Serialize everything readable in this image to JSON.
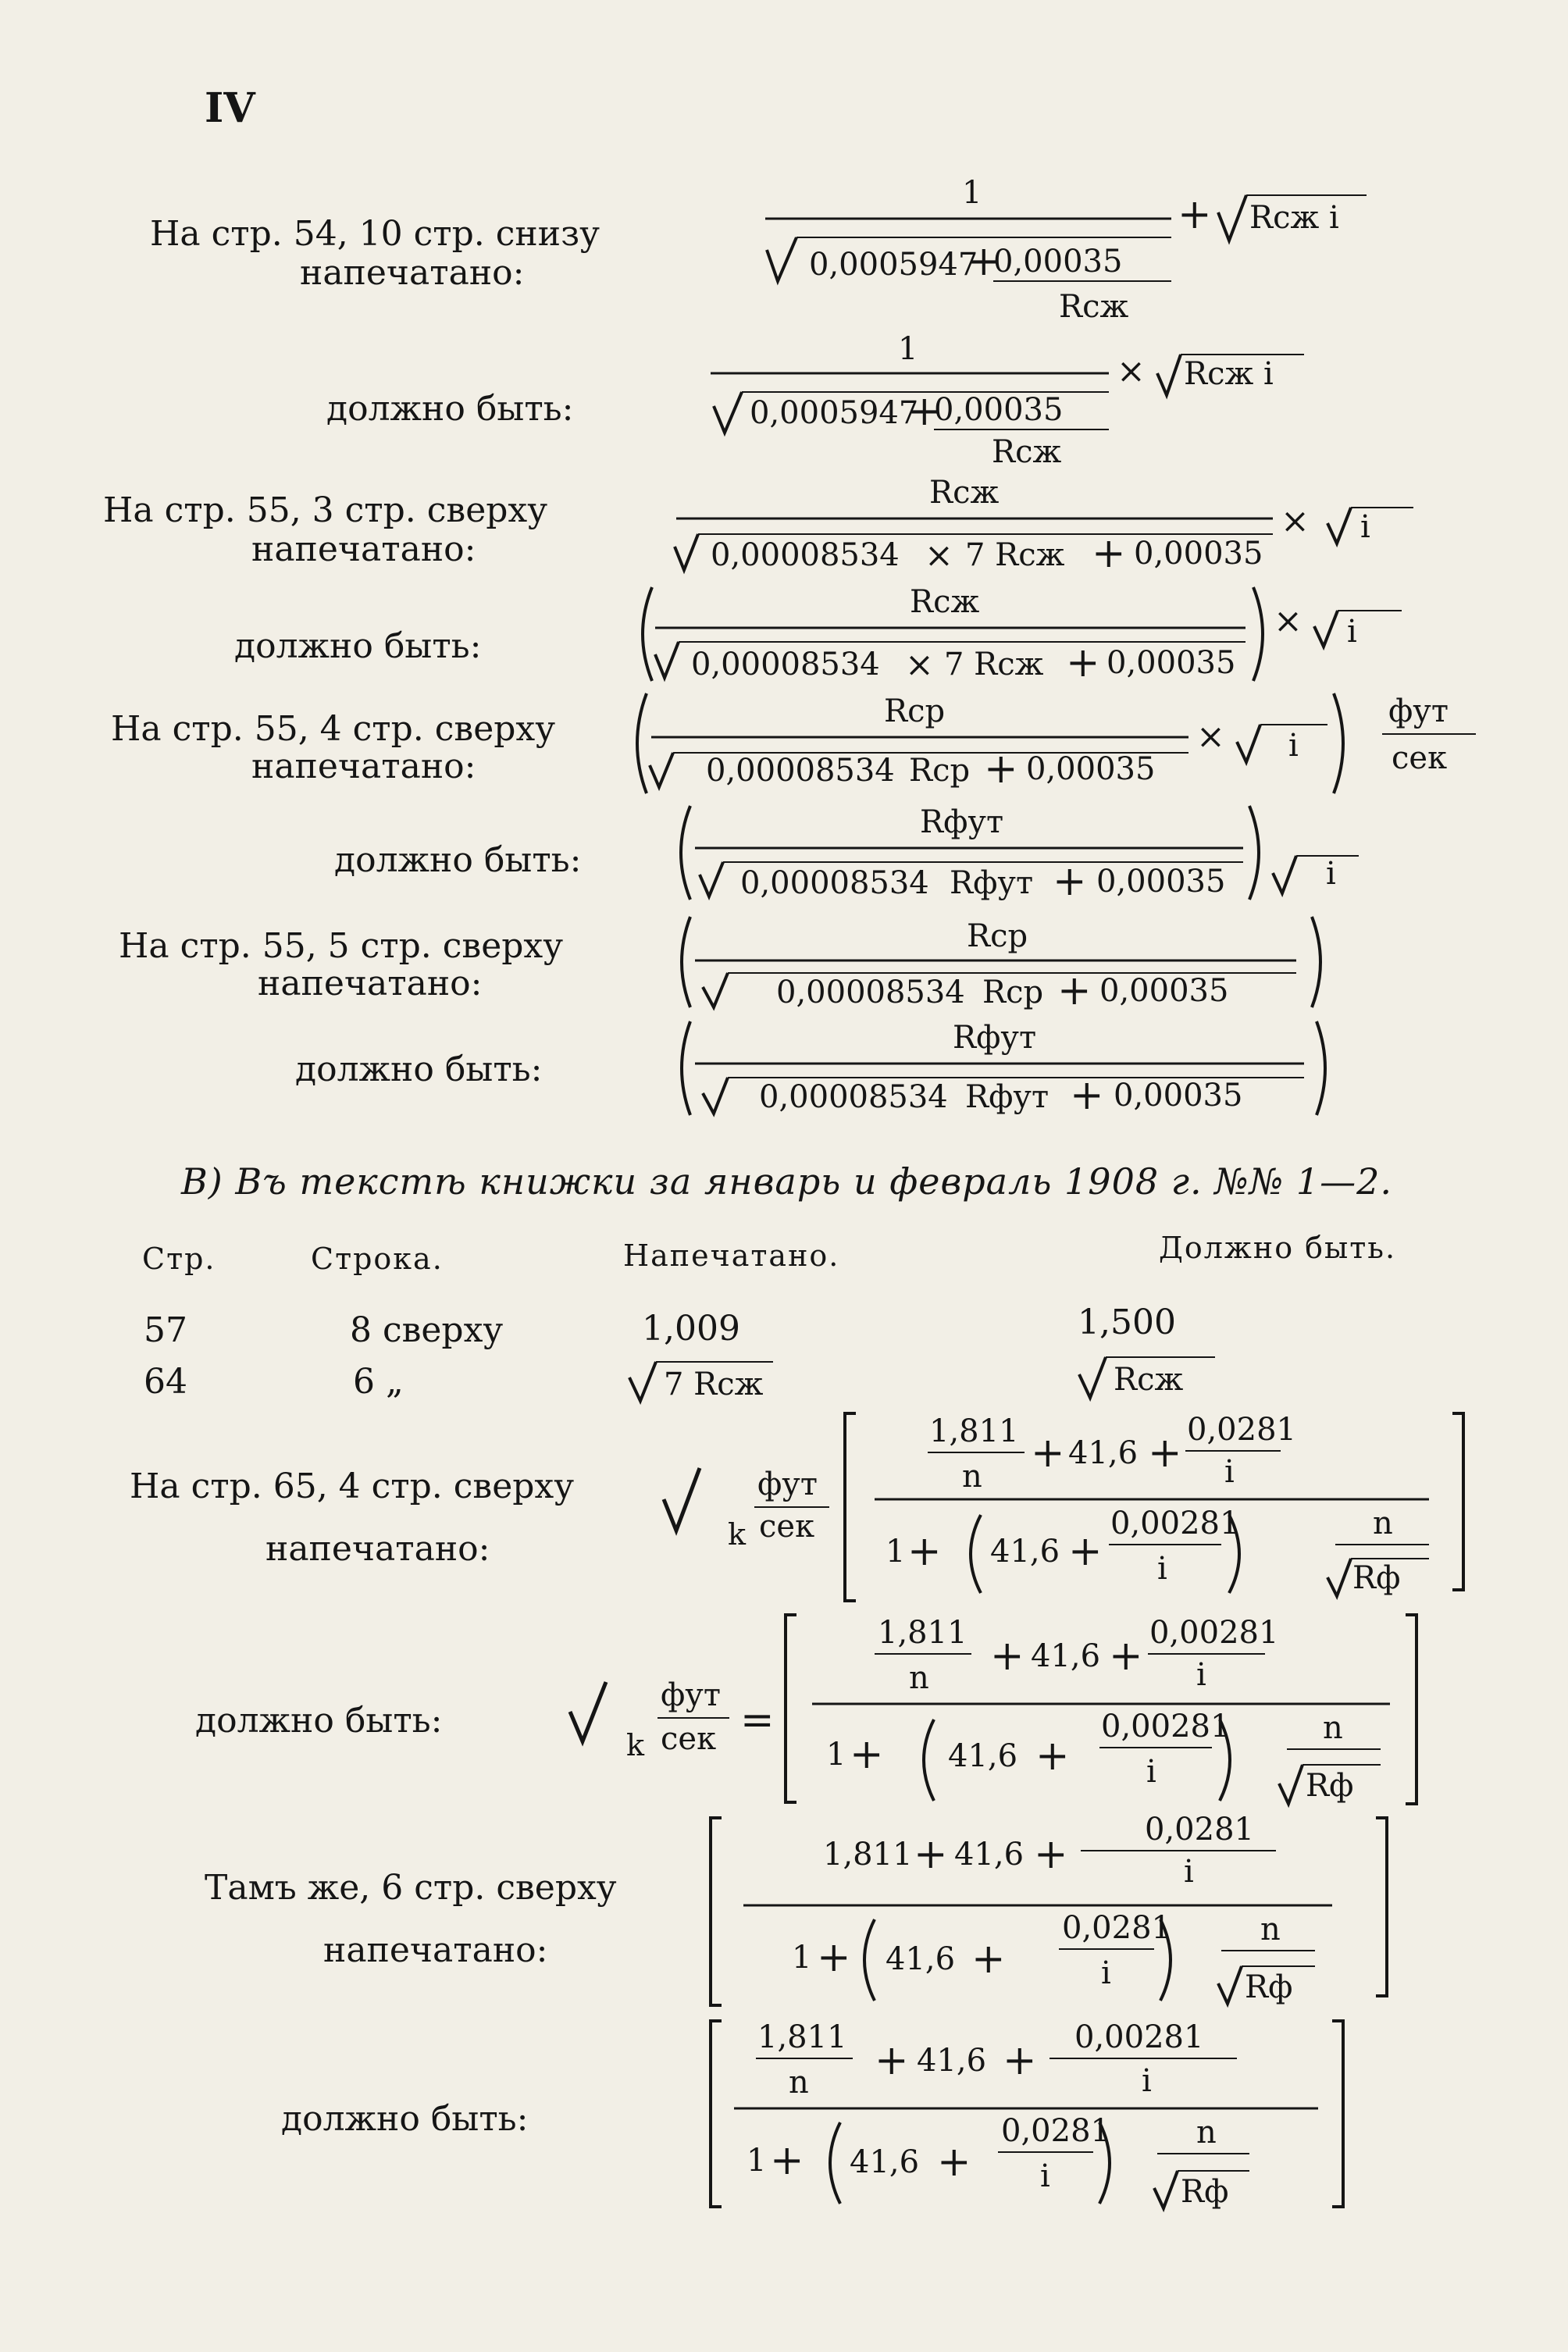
{
  "page_number": "IV",
  "section_heading": "B) Въ текстѣ книжки за январь и февраль 1908 г. №№ 1—2.",
  "labels": {
    "p54_line1": "На стр. 54, 10 стр. снизу",
    "printed": "напечатано:",
    "must_be": "должно быть:",
    "p55_3": "На стр. 55, 3 стр. сверху",
    "p55_4": "На стр. 55, 4 стр. сверху",
    "p55_5": "На стр. 55, 5 стр. сверху",
    "p65_4": "На стр. 65, 4 стр. сверху",
    "same_6": "Тамъ же, 6 стр. сверху"
  },
  "table": {
    "headers": {
      "page": "Стр.",
      "line": "Строка.",
      "printed": "Напечатано.",
      "correct": "Должно быть."
    },
    "rows": [
      {
        "page": "57",
        "line": "8 сверху",
        "printed": "1,009",
        "correct": "1,500"
      },
      {
        "page": "64",
        "line": "6  „",
        "printed": "7 Rсж",
        "correct": "Rсж"
      }
    ]
  },
  "formula_text": {
    "one": "1",
    "c1": "0,0005947",
    "c2": "0,00035",
    "r_szh": "Rсж",
    "r_szh_i": "Rсж i",
    "i": "i",
    "c3": "0,00008534",
    "seven_r_szh": "7 Rсж",
    "r_cp": "Rср",
    "r_fut": "Rфут",
    "fut": "фут",
    "sek": "сек",
    "k": "k",
    "n": "n",
    "r_f": "Rф",
    "c_1811": "1,811",
    "c_416": "41,6",
    "c_0281": "0,0281",
    "c_00281": "0,00281",
    "one_b": "1"
  }
}
